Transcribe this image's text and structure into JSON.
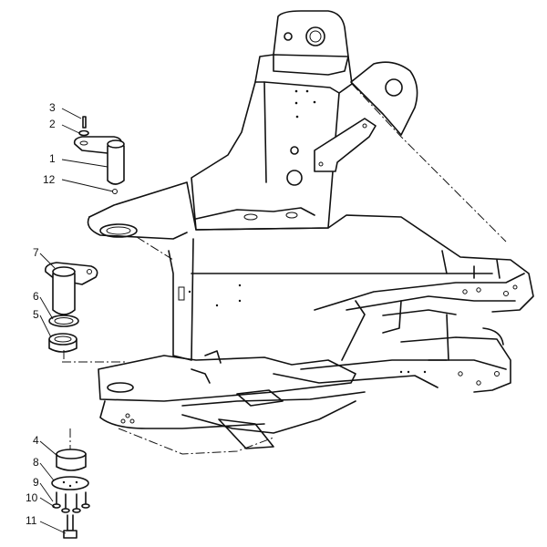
{
  "callouts": [
    {
      "id": "c3",
      "text": "3"
    },
    {
      "id": "c2",
      "text": "2"
    },
    {
      "id": "c1",
      "text": "1"
    },
    {
      "id": "c12",
      "text": "12"
    },
    {
      "id": "c7",
      "text": "7"
    },
    {
      "id": "c6",
      "text": "6"
    },
    {
      "id": "c5",
      "text": "5"
    },
    {
      "id": "c4",
      "text": "4"
    },
    {
      "id": "c8",
      "text": "8"
    },
    {
      "id": "c9",
      "text": "9"
    },
    {
      "id": "c10",
      "text": "10"
    },
    {
      "id": "c11",
      "text": "11"
    }
  ]
}
